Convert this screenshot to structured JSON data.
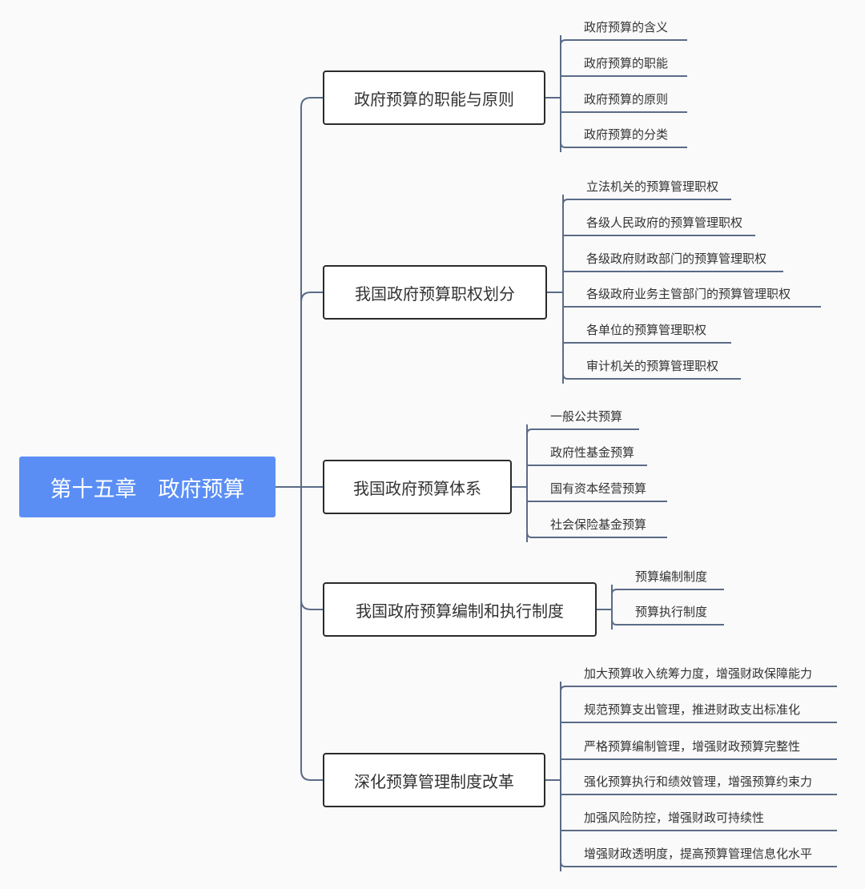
{
  "root": {
    "label": "第十五章　政府预算"
  },
  "branches": [
    {
      "label": "政府预算的职能与原则",
      "children": [
        "政府预算的含义",
        "政府预算的职能",
        "政府预算的原则",
        "政府预算的分类"
      ]
    },
    {
      "label": "我国政府预算职权划分",
      "children": [
        "立法机关的预算管理职权",
        "各级人民政府的预算管理职权",
        "各级政府财政部门的预算管理职权",
        "各级政府业务主管部门的预算管理职权",
        "各单位的预算管理职权",
        "审计机关的预算管理职权"
      ]
    },
    {
      "label": "我国政府预算体系",
      "children": [
        "一般公共预算",
        "政府性基金预算",
        "国有资本经营预算",
        "社会保险基金预算"
      ]
    },
    {
      "label": "我国政府预算编制和执行制度",
      "children": [
        "预算编制制度",
        "预算执行制度"
      ]
    },
    {
      "label": "深化预算管理制度改革",
      "children": [
        "加大预算收入统筹力度，增强财政保障能力",
        "规范预算支出管理，推进财政支出标准化",
        "严格预算编制管理，增强财政预算完整性",
        "强化预算执行和绩效管理，增强预算约束力",
        "加强风险防控，增强财政可持续性",
        "增强财政透明度，提高预算管理信息化水平"
      ]
    }
  ],
  "colors": {
    "root_fill": "#5a8ef5",
    "connector": "#5b6b87",
    "node_border": "#2b2b2b"
  }
}
